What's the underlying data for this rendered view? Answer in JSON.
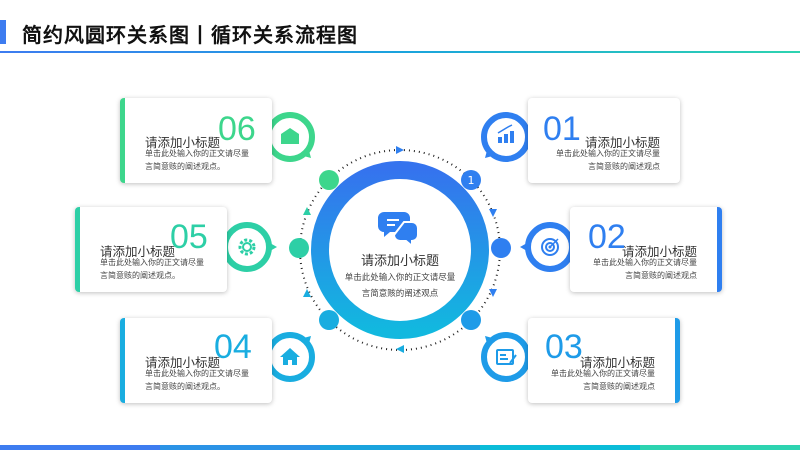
{
  "header": {
    "title": "简约风圆环关系图丨循环关系流程图"
  },
  "center": {
    "title": "请添加小标题",
    "desc1": "单击此处输入你的正文请尽量",
    "desc2": "言简意赅的阐述观点",
    "icon": "chat-bubbles-icon",
    "badge": "1"
  },
  "items": [
    {
      "num": "01",
      "title": "请添加小标题",
      "desc1": "单击此处输入你的正文请尽量",
      "desc2": "言简意赅的阐述观点",
      "icon": "bar-chart-icon",
      "color": "#2f7ff0"
    },
    {
      "num": "02",
      "title": "请添加小标题",
      "desc1": "单击此处输入你的正文请尽量",
      "desc2": "言简意赅的阐述观点",
      "icon": "target-icon",
      "color": "#2f7ff0"
    },
    {
      "num": "03",
      "title": "请添加小标题",
      "desc1": "单击此处输入你的正文请尽量",
      "desc2": "言简意赅的阐述观点",
      "icon": "document-edit-icon",
      "color": "#1e9be8"
    },
    {
      "num": "04",
      "title": "请添加小标题",
      "desc1": "单击此处输入你的正文请尽量",
      "desc2": "言简意赅的阐述观点。",
      "icon": "home-icon",
      "color": "#19ade0"
    },
    {
      "num": "05",
      "title": "请添加小标题",
      "desc1": "单击此处输入你的正文请尽量",
      "desc2": "言简意赅的阐述观点。",
      "icon": "gear-icon",
      "color": "#2dcfa6"
    },
    {
      "num": "06",
      "title": "请添加小标题",
      "desc1": "单击此处输入你的正文请尽量",
      "desc2": "言简意赅的阐述观点。",
      "icon": "mail-icon",
      "color": "#3dd68c"
    }
  ],
  "colors": {
    "bottom": [
      "#3d7cf0",
      "#2b93e6",
      "#1aa3dd",
      "#0bbcd8",
      "#2dd3b0"
    ]
  }
}
